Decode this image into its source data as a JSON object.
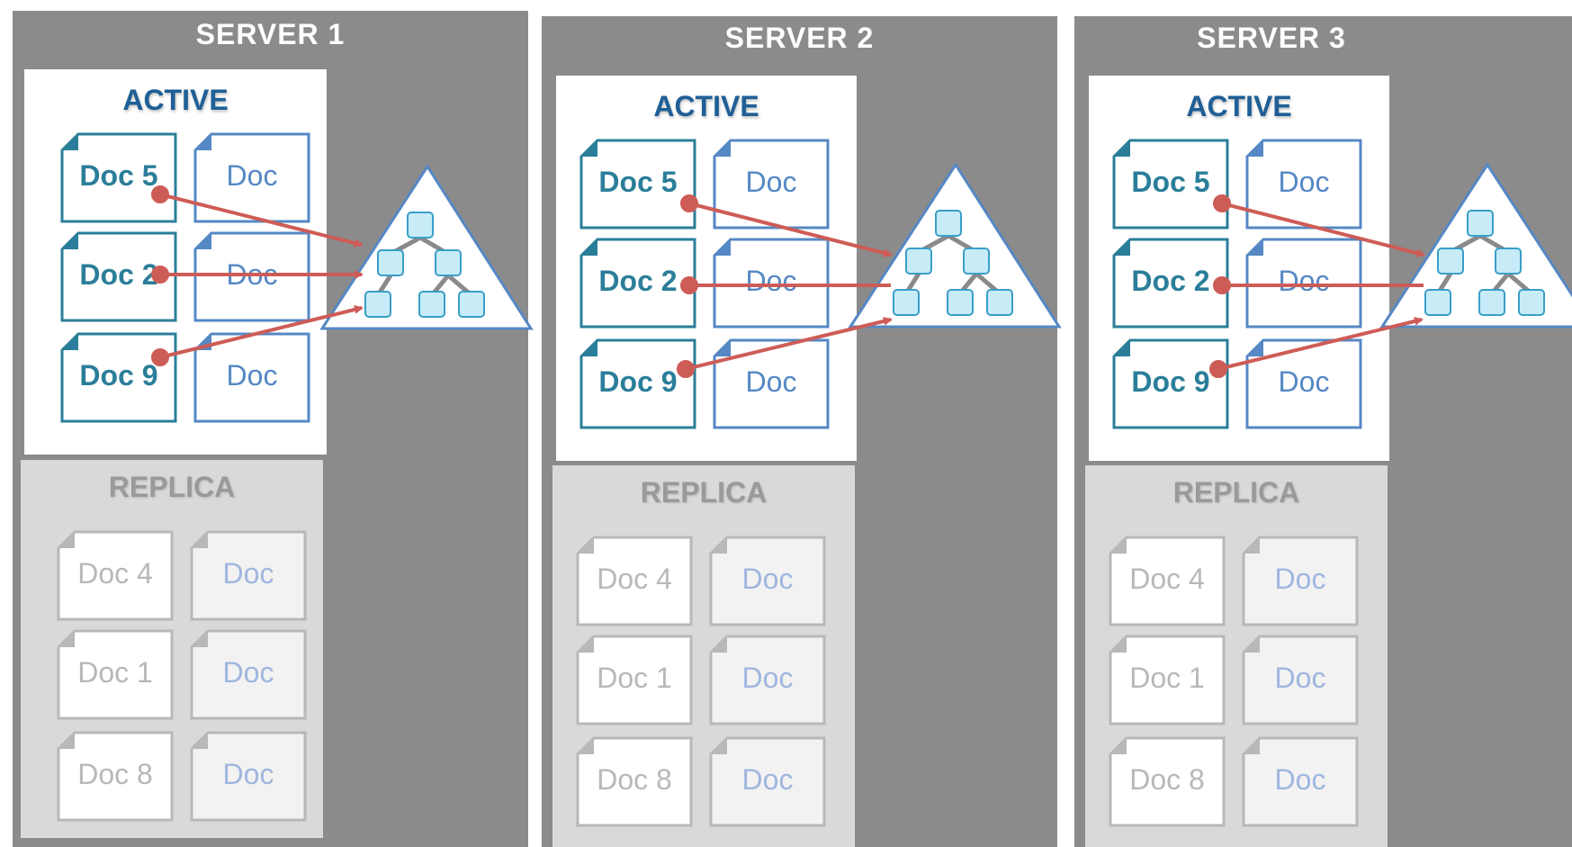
{
  "servers": [
    {
      "title": "SERVER 1",
      "active": {
        "title": "ACTIVE",
        "docs": [
          "Doc 5",
          "Doc",
          "Doc 2",
          "Doc",
          "Doc 9",
          "Doc"
        ]
      },
      "replica": {
        "title": "REPLICA",
        "docs": [
          "Doc 4",
          "Doc",
          "Doc 1",
          "Doc",
          "Doc 8",
          "Doc"
        ]
      }
    },
    {
      "title": "SERVER 2",
      "active": {
        "title": "ACTIVE",
        "docs": [
          "Doc 5",
          "Doc",
          "Doc 2",
          "Doc",
          "Doc 9",
          "Doc"
        ]
      },
      "replica": {
        "title": "REPLICA",
        "docs": [
          "Doc 4",
          "Doc",
          "Doc 1",
          "Doc",
          "Doc 8",
          "Doc"
        ]
      }
    },
    {
      "title": "SERVER 3",
      "active": {
        "title": "ACTIVE",
        "docs": [
          "Doc 5",
          "Doc",
          "Doc 2",
          "Doc",
          "Doc 9",
          "Doc"
        ]
      },
      "replica": {
        "title": "REPLICA",
        "docs": [
          "Doc 4",
          "Doc",
          "Doc 1",
          "Doc",
          "Doc 8",
          "Doc"
        ]
      }
    }
  ],
  "colors": {
    "server_bg": "#8b8b8b",
    "active_title": "#1f5f96",
    "indexed_doc": "#2b7e99",
    "unindexed_doc": "#5588c4",
    "replica_doc": "#b8b8b8",
    "arrow": "#cd5c57",
    "index_node": "#c7ecf8"
  }
}
